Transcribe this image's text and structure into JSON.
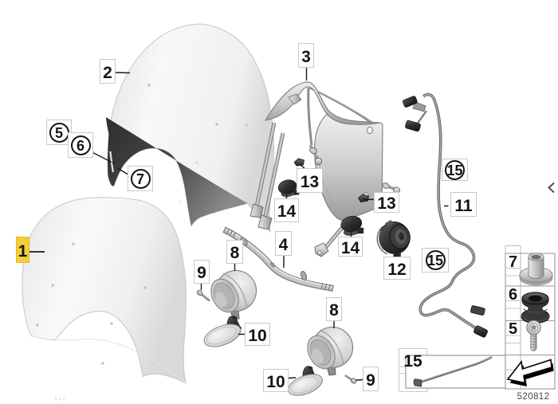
{
  "diagram": {
    "code": "520812",
    "nav_prev_icon": "chevron-left"
  },
  "callouts": [
    {
      "label": "1",
      "style": "highlight"
    },
    {
      "label": "2",
      "style": "box"
    },
    {
      "label": "3",
      "style": "box"
    },
    {
      "label": "4",
      "style": "box"
    },
    {
      "label": "5",
      "style": "circled"
    },
    {
      "label": "6",
      "style": "circled"
    },
    {
      "label": "7",
      "style": "circled"
    },
    {
      "label": "8",
      "style": "box"
    },
    {
      "label": "8",
      "style": "box"
    },
    {
      "label": "9",
      "style": "box"
    },
    {
      "label": "9",
      "style": "box"
    },
    {
      "label": "10",
      "style": "box"
    },
    {
      "label": "10",
      "style": "box"
    },
    {
      "label": "11",
      "style": "box"
    },
    {
      "label": "12",
      "style": "box"
    },
    {
      "label": "13",
      "style": "box"
    },
    {
      "label": "13",
      "style": "box"
    },
    {
      "label": "14",
      "style": "box"
    },
    {
      "label": "14",
      "style": "box"
    },
    {
      "label": "15",
      "style": "circled"
    },
    {
      "label": "15",
      "style": "circled"
    }
  ],
  "inset": {
    "label": "15",
    "part_icon": "cable-strap-icon"
  },
  "parts_table": {
    "rows": [
      {
        "number": "7",
        "part_icon": "flanged-bushing-icon"
      },
      {
        "number": "6",
        "part_icon": "rubber-grommet-icon"
      },
      {
        "number": "5",
        "part_icon": "pan-head-screw-icon"
      },
      {
        "number": "",
        "part_icon": "direction-arrow-icon"
      }
    ]
  }
}
